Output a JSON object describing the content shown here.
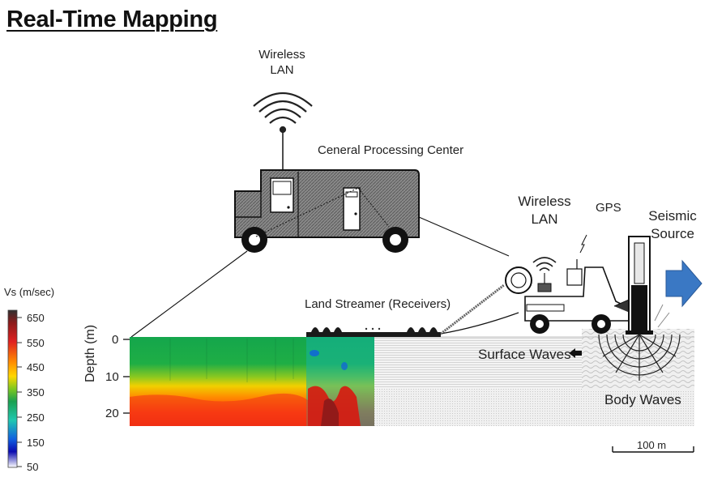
{
  "title": "Real-Time Mapping",
  "labels": {
    "wireless_lan_top": [
      "Wireless",
      "LAN"
    ],
    "processing_center": "Ceneral Processing Center",
    "wireless_lan_truck": [
      "Wireless",
      "LAN"
    ],
    "gps": "GPS",
    "seismic_source": [
      "Seismic",
      "Source"
    ],
    "land_streamer": "Land Streamer (Receivers)",
    "surface_waves": "Surface Waves",
    "body_waves": "Body Waves",
    "scale_bar": "100 m"
  },
  "color_scale": {
    "title": "Vs (m/sec)",
    "ticks": [
      "650",
      "550",
      "450",
      "350",
      "250",
      "150",
      "50"
    ],
    "colors": [
      "#303030",
      "#8b1a1a",
      "#e02020",
      "#ff8c00",
      "#ffd700",
      "#7ec820",
      "#1aa050",
      "#20c8b0",
      "#1060e0",
      "#0a0ab0",
      "#ffffff"
    ]
  },
  "depth_axis": {
    "label": "Depth (m)",
    "ticks": [
      "0",
      "10",
      "20"
    ]
  }
}
